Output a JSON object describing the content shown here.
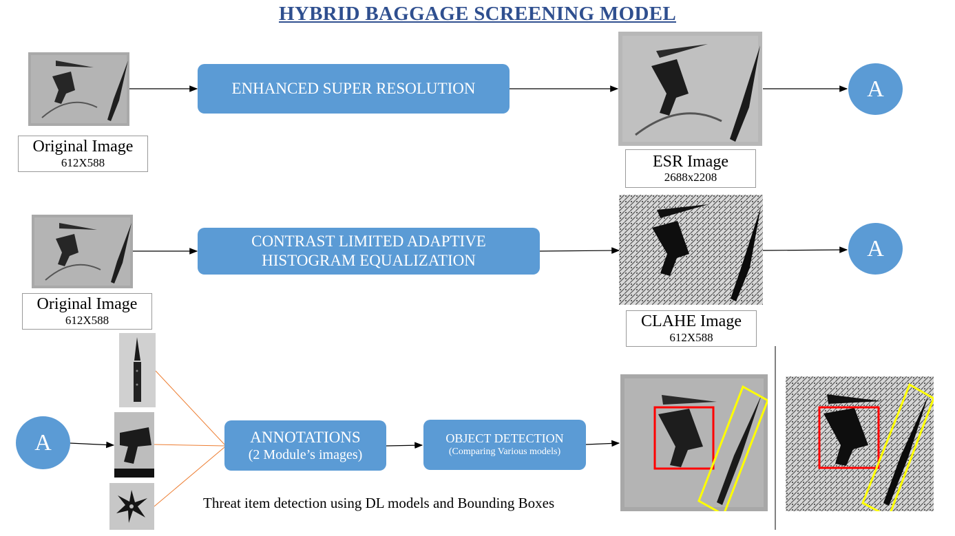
{
  "title": "HYBRID BAGGAGE SCREENING MODEL",
  "row1": {
    "process": "ENHANCED SUPER RESOLUTION",
    "input_caption": {
      "name": "Original Image",
      "size": "612X588"
    },
    "output_caption": {
      "name": "ESR Image",
      "size": "2688x2208"
    },
    "connector": "A"
  },
  "row2": {
    "process_line1": "CONTRAST LIMITED ADAPTIVE",
    "process_line2": "HISTOGRAM EQUALIZATION",
    "input_caption": {
      "name": "Original Image",
      "size": "612X588"
    },
    "output_caption": {
      "name": "CLAHE Image",
      "size": "612X588"
    },
    "connector": "A"
  },
  "row3": {
    "connector": "A",
    "annotations_line1": "ANNOTATIONS",
    "annotations_line2": "(2 Module’s images)",
    "detection_line1": "OBJECT DETECTION",
    "detection_line2": "(Comparing Various models)",
    "caption": "Threat item detection using DL models and Bounding Boxes"
  },
  "colors": {
    "title": "#2f4f8f",
    "process_fill": "#5b9bd5",
    "bbox_gun": "#ff0000",
    "bbox_knife": "#ffff00",
    "annotation_links": "#ed7d31"
  }
}
